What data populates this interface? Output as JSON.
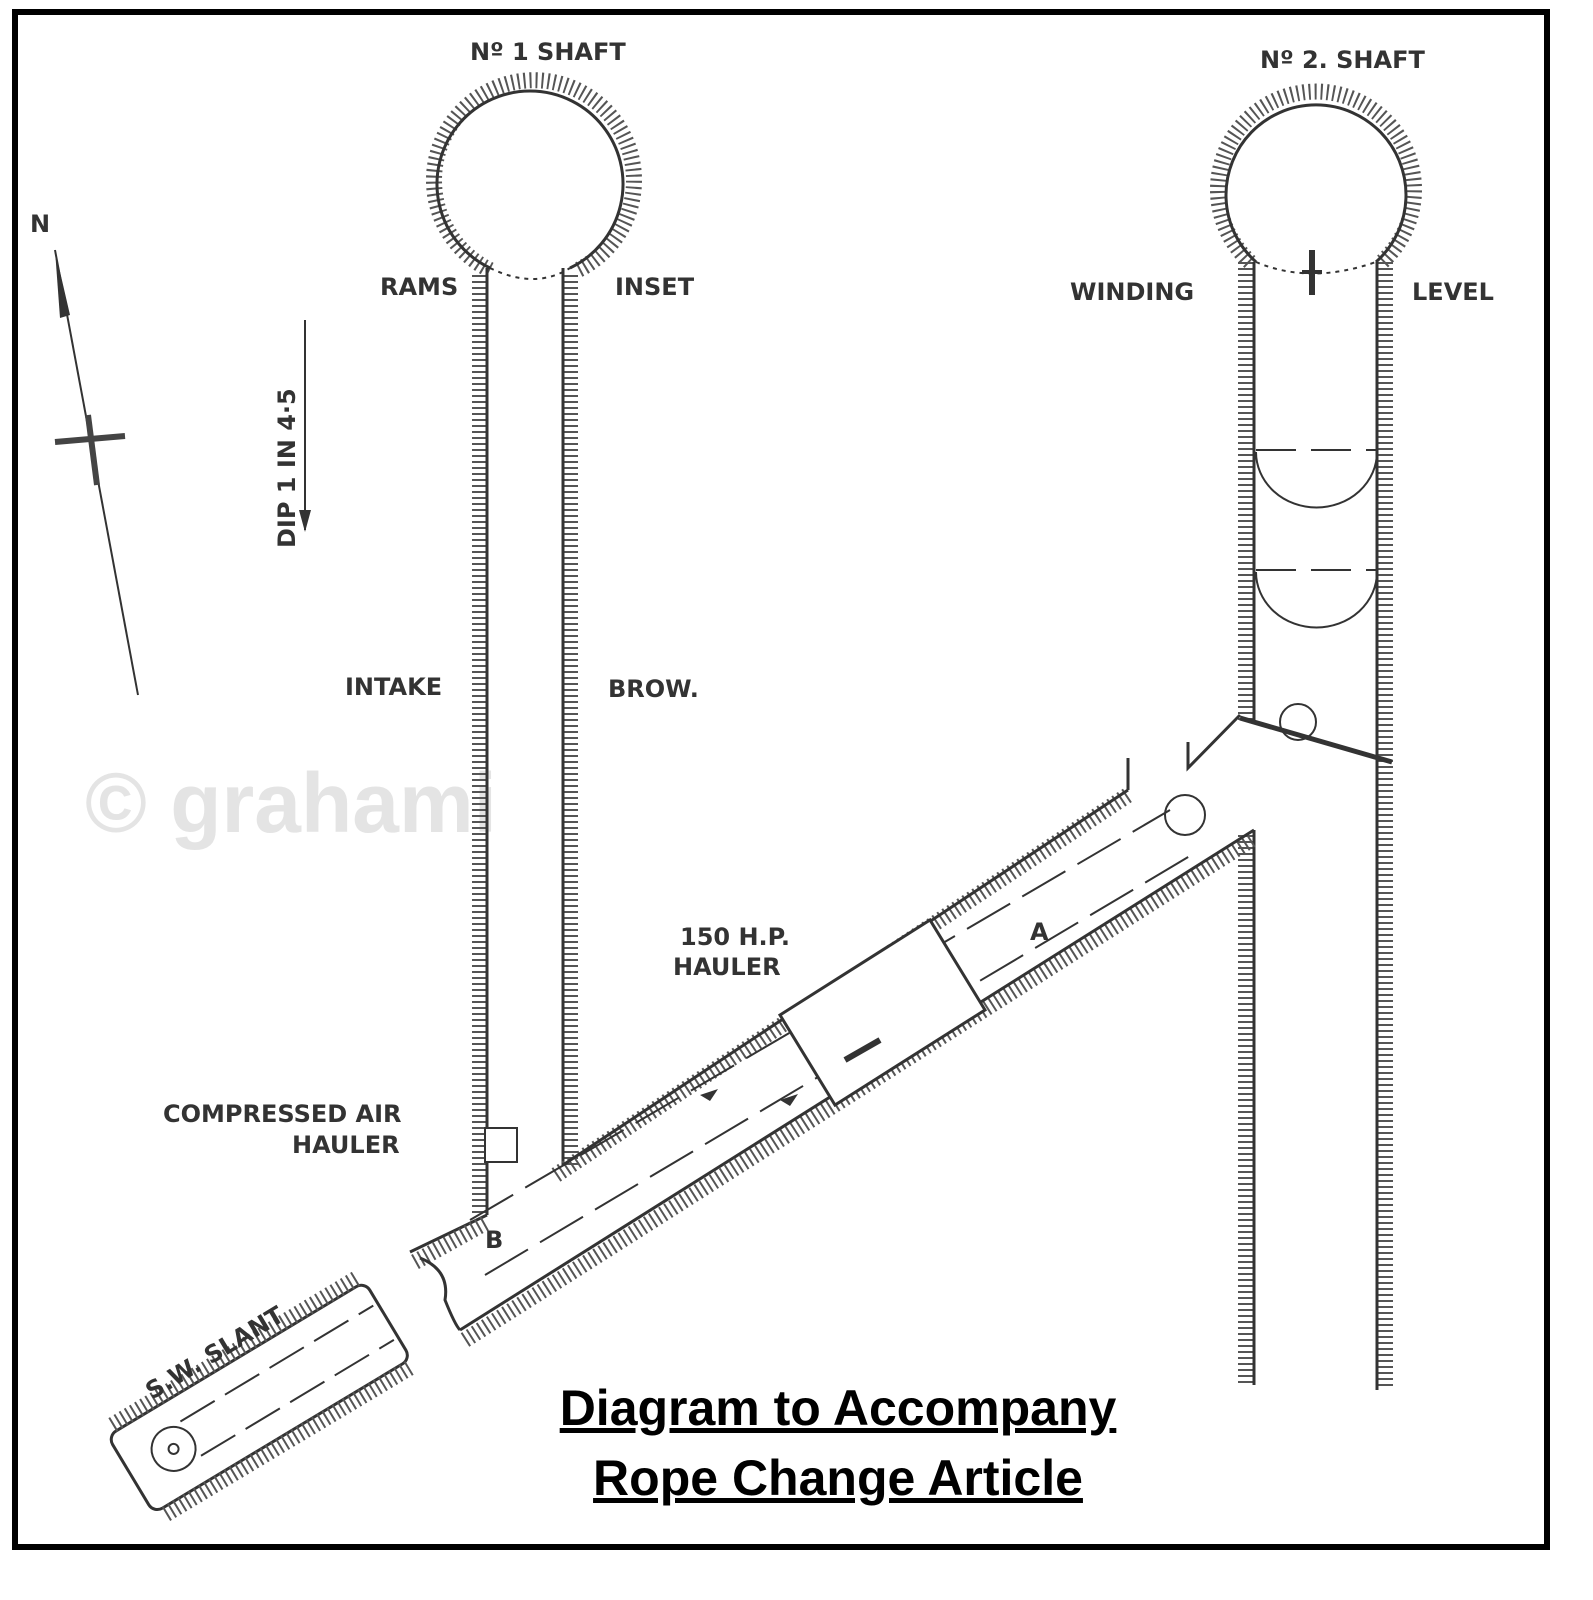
{
  "title": {
    "line1": "Diagram to Accompany",
    "line2": "Rope Change Article"
  },
  "labels": {
    "shaft1": "Nº 1 SHAFT",
    "shaft2": "Nº 2. SHAFT",
    "rams": "RAMS",
    "inset": "INSET",
    "winding": "WINDING",
    "level": "LEVEL",
    "north": "N",
    "dip": "DIP 1 IN 4·5",
    "intake": "INTAKE",
    "brow": "BROW.",
    "hauler150_1": "150 H.P.",
    "hauler150_2": "HAULER",
    "compressed_1": "COMPRESSED  AIR",
    "compressed_2": "HAULER",
    "point_a": "A",
    "point_b": "B",
    "sw_slant": "S.W. SLANT"
  },
  "watermark": "© grahami"
}
